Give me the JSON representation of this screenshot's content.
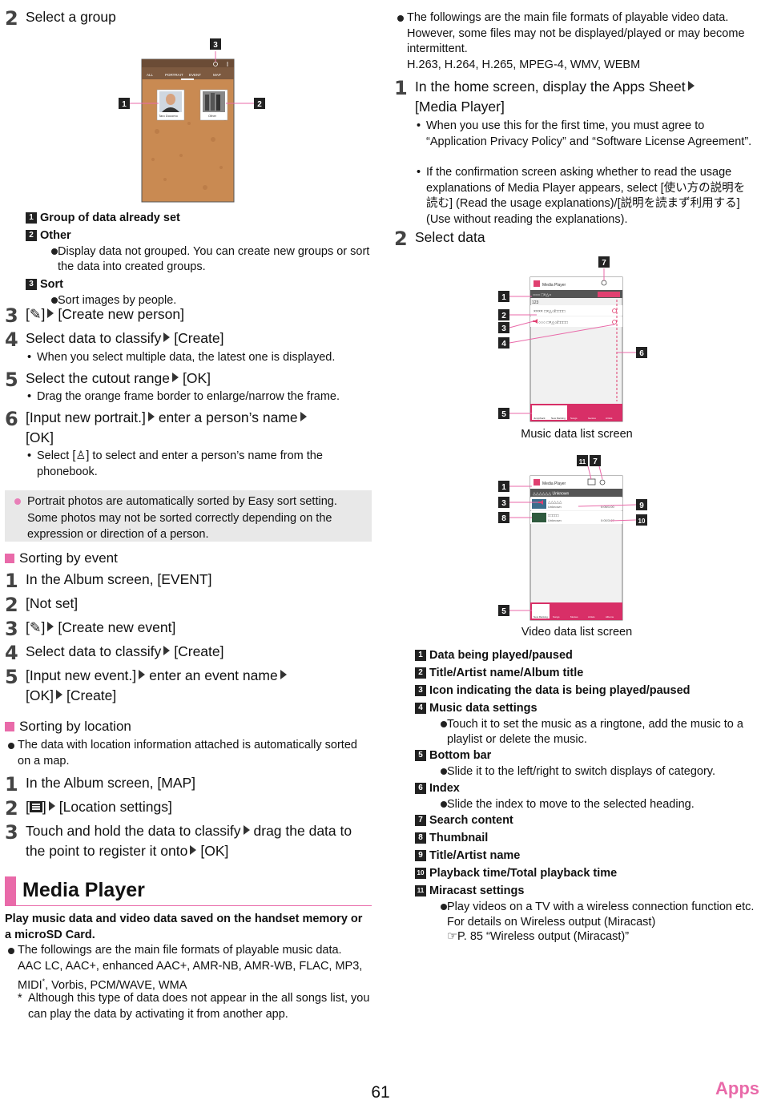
{
  "left": {
    "step2": {
      "num": "2",
      "text": "Select a group"
    },
    "album_screen": {
      "tabs": [
        "ALL",
        "PORTRAIT",
        "EVENT",
        "MAP"
      ],
      "thumb1": "Taro Docomo",
      "thumb2": "Other"
    },
    "callouts_album": [
      "1",
      "2",
      "3"
    ],
    "labels": [
      {
        "num": "1",
        "text": "Group of data already set"
      },
      {
        "num": "2",
        "text": "Other",
        "desc": "Display data not grouped. You can create new groups or sort the data into created groups."
      },
      {
        "num": "3",
        "text": "Sort",
        "desc": "Sort images by people."
      }
    ],
    "step3": {
      "num": "3",
      "a": "[",
      "b": "]",
      "c": "[Create new person]"
    },
    "step4": {
      "num": "4",
      "a": "Select data to classify",
      "b": "[Create]",
      "note": "When you select multiple data, the latest one is displayed."
    },
    "step5": {
      "num": "5",
      "a": "Select the cutout range",
      "b": "[OK]",
      "note": "Drag the orange frame border to enlarge/narrow the frame."
    },
    "step6": {
      "num": "6",
      "a": "[Input new portrait.]",
      "b": "enter a person’s name",
      "c": "[OK]",
      "note_a": "Select [",
      "note_b": "] to select and enter a person’s name from the phonebook."
    },
    "info": "Portrait photos are automatically sorted by Easy sort setting. Some photos may not be sorted correctly depending on the expression or direction of a person.",
    "event_heading": "Sorting by event",
    "ev1": {
      "num": "1",
      "text": "In the Album screen, [EVENT]"
    },
    "ev2": {
      "num": "2",
      "text": "[Not set]"
    },
    "ev3": {
      "num": "3",
      "a": "[",
      "b": "]",
      "c": "[Create new event]"
    },
    "ev4": {
      "num": "4",
      "a": "Select data to classify",
      "b": "[Create]"
    },
    "ev5": {
      "num": "5",
      "a": "[Input new event.]",
      "b": "enter an event name",
      "c": "[OK]",
      "d": "[Create]"
    },
    "loc_heading": "Sorting by location",
    "loc_note": "The data with location information attached is automatically sorted on a map.",
    "loc1": {
      "num": "1",
      "text": "In the Album screen, [MAP]"
    },
    "loc2": {
      "num": "2",
      "a": "[",
      "b": "]",
      "c": "[Location settings]"
    },
    "loc3": {
      "num": "3",
      "a": "Touch and hold the data to classify",
      "b": "drag the data to the point to register it onto",
      "c": "[OK]"
    },
    "mp_title": "Media Player",
    "mp_intro": "Play music data and video data saved on the handset memory or a microSD Card.",
    "mp_formats_a": "The followings are the main file formats of playable music data.",
    "mp_formats_b": "AAC LC, AAC+, enhanced AAC+, AMR-NB, AMR-WB, FLAC, MP3, MIDI",
    "mp_formats_sup": "*",
    "mp_formats_c": ", Vorbis, PCM/WAVE, WMA",
    "mp_footnote_mark": "*",
    "mp_footnote": "Although this type of data does not appear in the all songs list, you can play the data by activating it from another app."
  },
  "right": {
    "video_formats_a": "The followings are the main file formats of playable video data. However, some files may not be displayed/played or may become intermittent.",
    "video_formats_b": "H.263, H.264, H.265, MPEG-4, WMV, WEBM",
    "s1": {
      "num": "1",
      "a": "In the home screen, display the Apps Sheet",
      "b": "[Media Player]"
    },
    "s1_note1": "When you use this for the first time, you must agree to “Application Privacy Policy” and “Software License Agreement”.",
    "s1_note2": "If the confirmation screen asking whether to read the usage explanations of Media Player appears, select [使い方の説明を読む] (Read the usage explanations)/[説明を読まず利用する] (Use without reading the explanations).",
    "s2": {
      "num": "2",
      "text": "Select data"
    },
    "music_screen": {
      "app": "Media Player",
      "row1": "○○○  □×△○",
      "row2": "×××× □×△○/□□□□",
      "row3": "○○○ □×△○/□□□□",
      "num": "123",
      "tabs": [
        "Jump/back",
        "New Ranking",
        "Songs",
        "Genres",
        "Artists"
      ]
    },
    "music_caption": "Music data list screen",
    "video_screen": {
      "app": "Media Player",
      "header": "△△△△△△  Unknown",
      "item1_title": "△△△△△",
      "item1_sub": "Unknown",
      "item1_time": "0:05/1:00",
      "item2_title": "□□□□□",
      "item2_sub": "Unknown",
      "item2_time": "0:00/3:07",
      "tabs": [
        "New Ranking",
        "Songs",
        "Movies",
        "Artists",
        "Albums"
      ]
    },
    "video_caption": "Video data list screen",
    "labels": [
      {
        "num": "1",
        "text": "Data being played/paused"
      },
      {
        "num": "2",
        "text": "Title/Artist name/Album title"
      },
      {
        "num": "3",
        "text": "Icon indicating the data is being played/paused"
      },
      {
        "num": "4",
        "text": "Music data settings",
        "desc": "Touch it to set the music as a ringtone, add the music to a playlist or delete the music."
      },
      {
        "num": "5",
        "text": "Bottom bar",
        "desc": "Slide it to the left/right to switch displays of category."
      },
      {
        "num": "6",
        "text": "Index",
        "desc": "Slide the index to move to the selected heading."
      },
      {
        "num": "7",
        "text": "Search content"
      },
      {
        "num": "8",
        "text": "Thumbnail"
      },
      {
        "num": "9",
        "text": "Title/Artist name"
      },
      {
        "num": "10",
        "text": "Playback time/Total playback time"
      },
      {
        "num": "11",
        "text": "Miracast settings",
        "desc": "Play videos on a TV with a wireless connection function etc. For details on Wireless output (Miracast)",
        "ref": "☞P. 85 “Wireless output (Miracast)”"
      }
    ]
  },
  "footer": {
    "page": "61",
    "section": "Apps"
  }
}
